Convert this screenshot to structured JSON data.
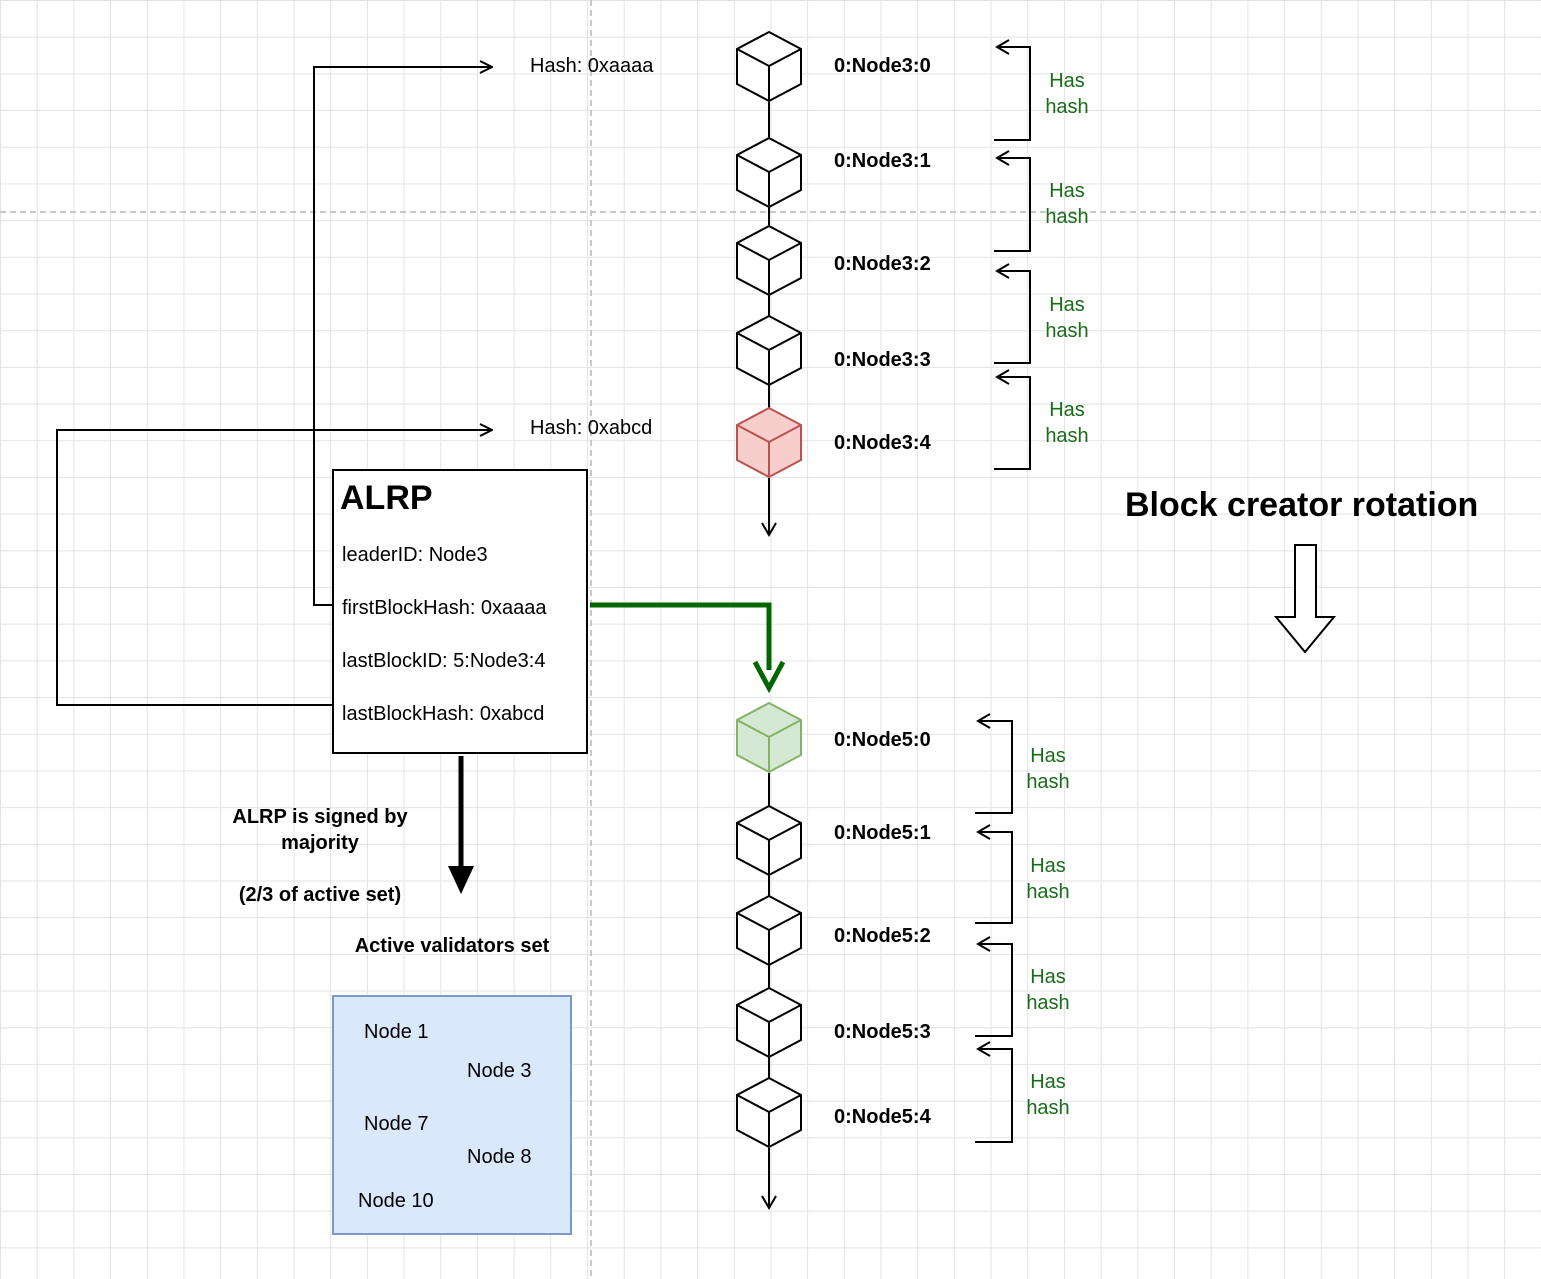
{
  "hash_top": "Hash: 0xaaaa",
  "hash_mid": "Hash: 0xabcd",
  "chain_top": {
    "blocks": [
      {
        "label": "0:Node3:0",
        "color": "#ffffff"
      },
      {
        "label": "0:Node3:1",
        "color": "#ffffff"
      },
      {
        "label": "0:Node3:2",
        "color": "#ffffff"
      },
      {
        "label": "0:Node3:3",
        "color": "#ffffff"
      },
      {
        "label": "0:Node3:4",
        "color": "#f8cecc"
      }
    ],
    "brackets": [
      "Has hash",
      "Has hash",
      "Has hash",
      "Has hash"
    ]
  },
  "chain_bottom": {
    "blocks": [
      {
        "label": "0:Node5:0",
        "color": "#d5e8d4"
      },
      {
        "label": "0:Node5:1",
        "color": "#ffffff"
      },
      {
        "label": "0:Node5:2",
        "color": "#ffffff"
      },
      {
        "label": "0:Node5:3",
        "color": "#ffffff"
      },
      {
        "label": "0:Node5:4",
        "color": "#ffffff"
      }
    ],
    "brackets": [
      "Has hash",
      "Has hash",
      "Has hash",
      "Has hash"
    ]
  },
  "alrp": {
    "title": "ALRP",
    "leader": "leaderID: Node3",
    "first_block_hash": "firstBlockHash: 0xaaaa",
    "last_block_id": "lastBlockID: 5:Node3:4",
    "last_block_hash": "lastBlockHash: 0xabcd"
  },
  "signed_note": {
    "line1": "ALRP is signed by majority",
    "line2": "(2/3 of active set)"
  },
  "validators": {
    "title": "Active validators set",
    "nodes": [
      "Node 1",
      "Node 3",
      "Node 7",
      "Node 8",
      "Node 10"
    ]
  },
  "rotation_title": "Block creator rotation",
  "colors": {
    "red_block": "#f8cecc",
    "green_block": "#d5e8d4",
    "green_arrow": "#006600",
    "has_hash_text": "#1a6b1a",
    "validators_fill": "#dae8fc"
  }
}
